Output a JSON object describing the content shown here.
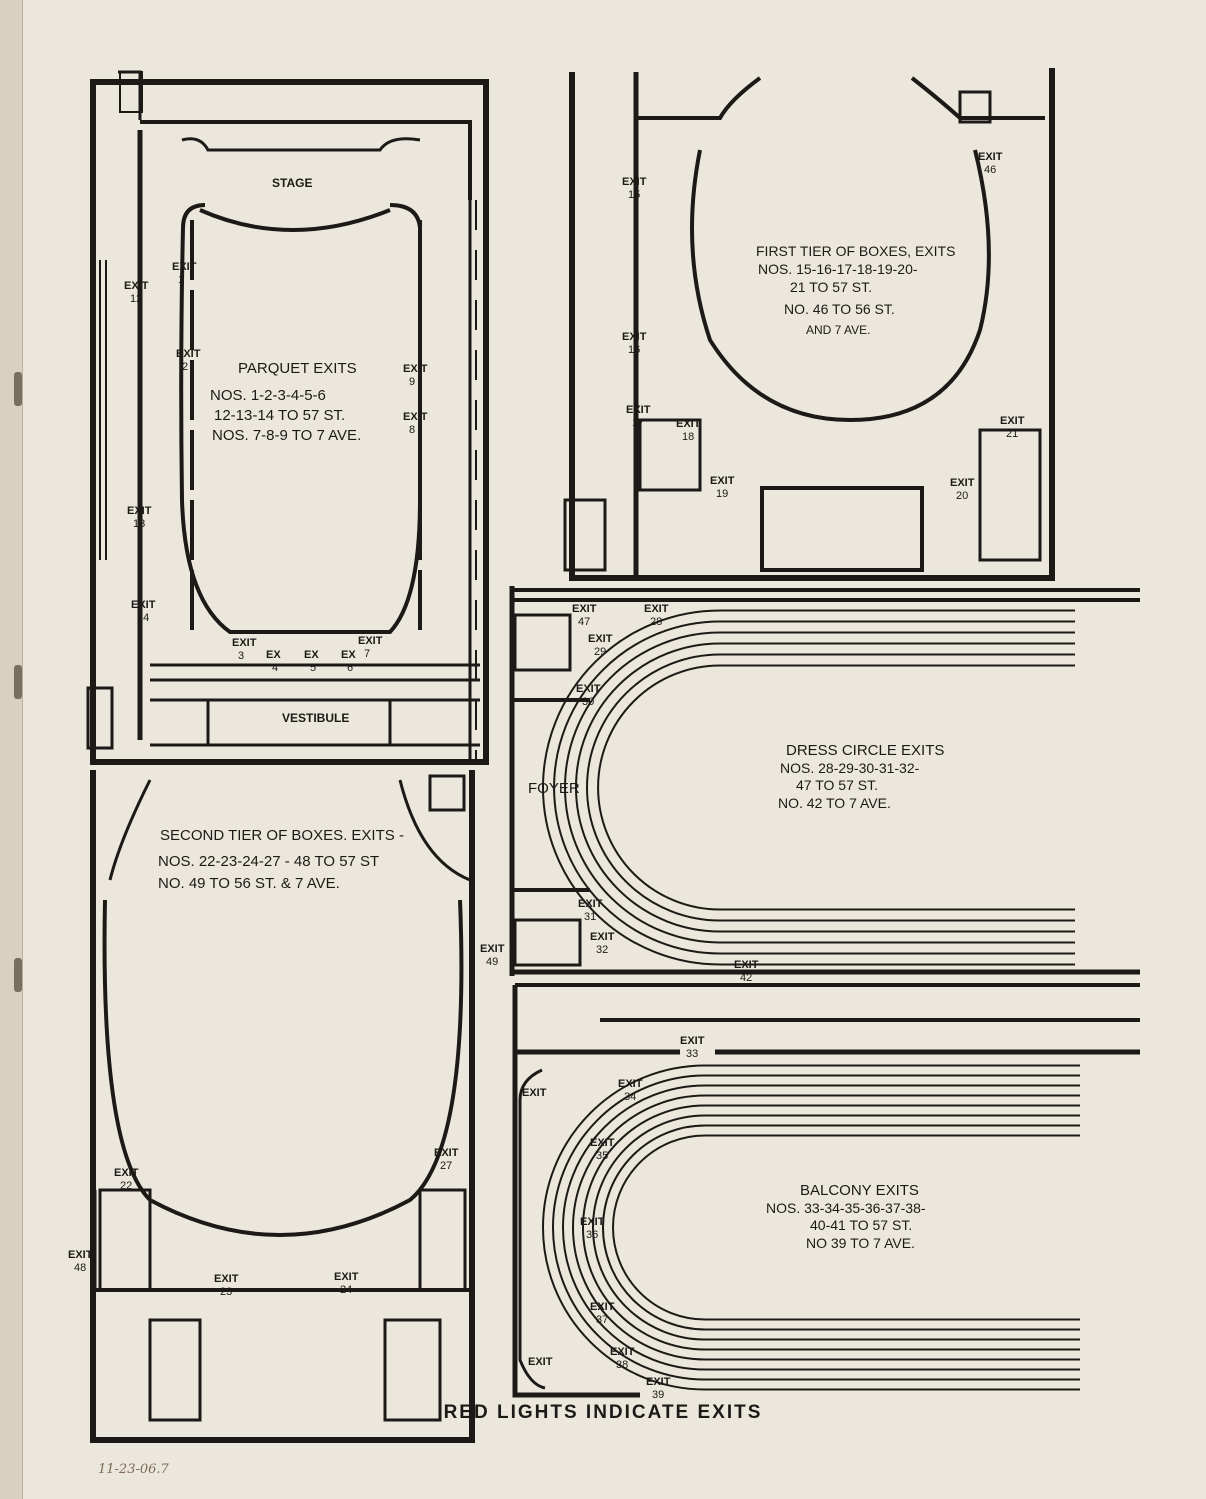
{
  "footer": "RED LIGHTS INDICATE EXITS",
  "handwritten_note": "11-23-06.7",
  "colors": {
    "paper": "#ece7dc",
    "ink": "#1c1a17",
    "binding": "#d8d1c2"
  },
  "parquet": {
    "stage": "STAGE",
    "vestibule": "VESTIBULE",
    "title": "PARQUET EXITS",
    "line1": "NOS. 1-2-3-4-5-6",
    "line2": "12-13-14 TO 57 ST.",
    "line3": "NOS. 7-8-9 TO 7 AVE.",
    "exits": [
      {
        "t": "EXIT",
        "n": "1"
      },
      {
        "t": "EXIT",
        "n": "2"
      },
      {
        "t": "EXIT",
        "n": "3"
      },
      {
        "t": "EX",
        "n": "4"
      },
      {
        "t": "EX",
        "n": "5"
      },
      {
        "t": "EX",
        "n": "6"
      },
      {
        "t": "EXIT",
        "n": "7"
      },
      {
        "t": "EXIT",
        "n": "8"
      },
      {
        "t": "EXIT",
        "n": "9"
      },
      {
        "t": "EXIT",
        "n": "12"
      },
      {
        "t": "EXIT",
        "n": "13"
      },
      {
        "t": "EXIT",
        "n": "14"
      }
    ]
  },
  "first_tier": {
    "title": "FIRST TIER OF BOXES, EXITS",
    "line1": "NOS. 15-16-17-18-19-20-",
    "line2": "21 TO 57 ST.",
    "line3": "NO. 46 TO 56 ST.",
    "line4": "AND 7 AVE.",
    "exits": [
      {
        "t": "EXIT",
        "n": "15"
      },
      {
        "t": "EXIT",
        "n": "16"
      },
      {
        "t": "EXIT",
        "n": "17"
      },
      {
        "t": "EXIT",
        "n": "18"
      },
      {
        "t": "EXIT",
        "n": "19"
      },
      {
        "t": "EXIT",
        "n": "20"
      },
      {
        "t": "EXIT",
        "n": "21"
      },
      {
        "t": "EXIT",
        "n": "46"
      }
    ]
  },
  "dress_circle": {
    "foyer": "FOYER",
    "title": "DRESS CIRCLE EXITS",
    "line1": "NOS. 28-29-30-31-32-",
    "line2": "47 TO 57 ST.",
    "line3": "NO. 42 TO 7 AVE.",
    "exits": [
      {
        "t": "EXIT",
        "n": "47"
      },
      {
        "t": "EXIT",
        "n": "28"
      },
      {
        "t": "EXIT",
        "n": "29"
      },
      {
        "t": "EXIT",
        "n": "30"
      },
      {
        "t": "EXIT",
        "n": "31"
      },
      {
        "t": "EXIT",
        "n": "32"
      },
      {
        "t": "EXIT",
        "n": "42"
      }
    ]
  },
  "second_tier": {
    "title": "SECOND TIER OF BOXES. EXITS -",
    "line1": "NOS. 22-23-24-27 - 48 TO 57 ST",
    "line2": "NO. 49 TO 56 ST. & 7 AVE.",
    "exits": [
      {
        "t": "EXIT",
        "n": "49"
      },
      {
        "t": "EXIT",
        "n": "22"
      },
      {
        "t": "EXIT",
        "n": "27"
      },
      {
        "t": "EXIT",
        "n": "48"
      },
      {
        "t": "EXIT",
        "n": "23"
      },
      {
        "t": "EXIT",
        "n": "24"
      }
    ]
  },
  "balcony": {
    "title": "BALCONY EXITS",
    "line1": "NOS. 33-34-35-36-37-38-",
    "line2": "40-41 TO 57 ST.",
    "line3": "NO 39 TO 7 AVE.",
    "exits": [
      {
        "t": "EXIT",
        "n": "33"
      },
      {
        "t": "EXIT",
        "n": "34"
      },
      {
        "t": "EXIT",
        "n": "35"
      },
      {
        "t": "EXIT",
        "n": "36"
      },
      {
        "t": "EXIT",
        "n": "37"
      },
      {
        "t": "EXIT",
        "n": "38"
      },
      {
        "t": "EXIT",
        "n": "39"
      },
      {
        "t": "EXIT",
        "n": ""
      },
      {
        "t": "EXIT",
        "n": ""
      }
    ]
  }
}
